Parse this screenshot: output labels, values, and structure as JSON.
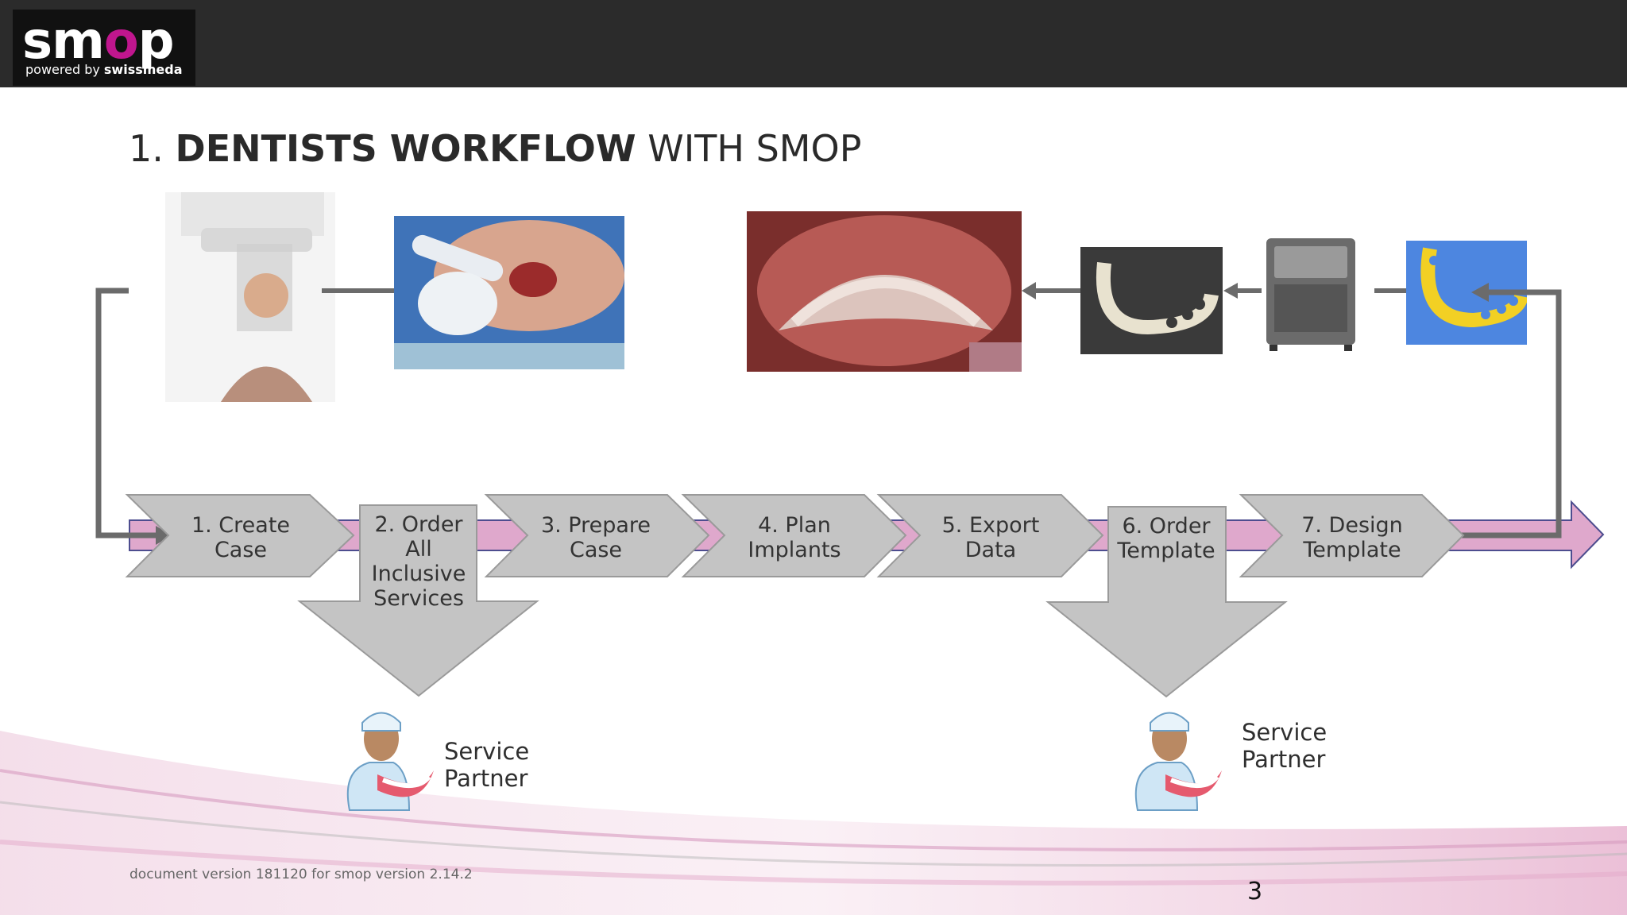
{
  "header": {
    "logo_word_left": "sm",
    "logo_word_o": "o",
    "logo_word_right": "p",
    "logo_sub_prefix": "powered by ",
    "logo_sub_brand": "swissmeda"
  },
  "title": {
    "number": "1.",
    "bold": "DENTISTS WORKFLOW",
    "rest": "WITH SMOP"
  },
  "steps": [
    {
      "line1": "1. Create",
      "line2": "Case"
    },
    {
      "line1": "2. Order",
      "line2": "All",
      "line3": "Inclusive",
      "line4": "Services"
    },
    {
      "line1": "3. Prepare",
      "line2": "Case"
    },
    {
      "line1": "4. Plan",
      "line2": "Implants"
    },
    {
      "line1": "5. Export",
      "line2": "Data"
    },
    {
      "line1": "6. Order",
      "line2": "Template"
    },
    {
      "line1": "7. Design",
      "line2": "Template"
    }
  ],
  "service_partners": [
    {
      "line1": "Service",
      "line2": "Partner"
    },
    {
      "line1": "Service",
      "line2": "Partner"
    }
  ],
  "footer": {
    "note": "document version 181120 for smop version 2.14.2",
    "page_number": "3"
  },
  "colors": {
    "topbar": "#2b2b2b",
    "accent": "#c0168e",
    "chevron_fill": "#c4c4c4",
    "timeline_fill": "#dfa8cc",
    "connector": "#6b6b6b"
  },
  "photos": [
    {
      "name": "cbct-scanner-photo"
    },
    {
      "name": "intraoral-scan-photo"
    },
    {
      "name": "surgical-guide-in-mouth-photo"
    },
    {
      "name": "printed-guide-photo"
    },
    {
      "name": "3d-printer-photo"
    },
    {
      "name": "template-design-render"
    }
  ]
}
